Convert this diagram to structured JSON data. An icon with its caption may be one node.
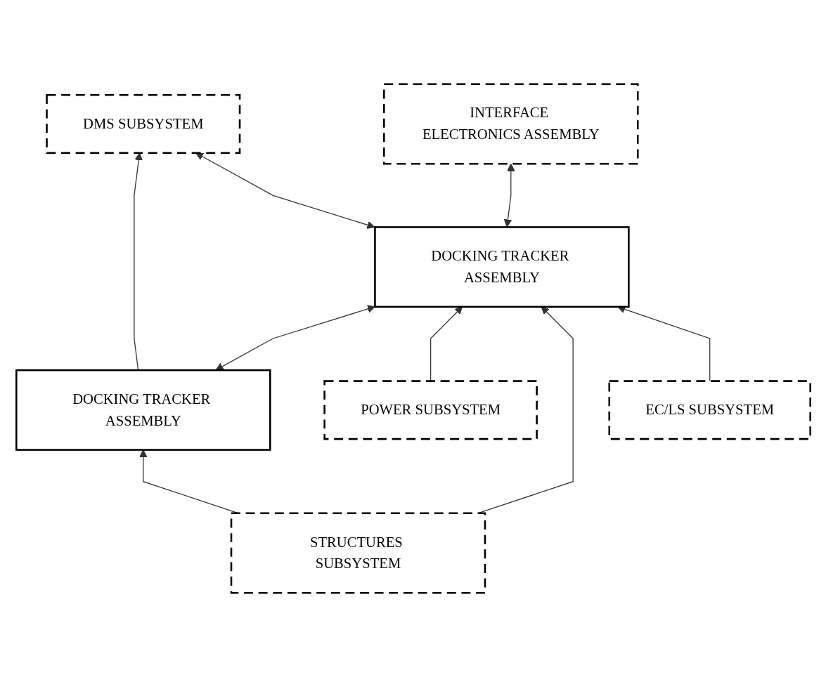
{
  "diagram": {
    "nodes": [
      {
        "text": [
          "DMS SUBSYSTEM"
        ]
      },
      {
        "text": [
          "INTERFACE ELECTRONICS ASSEMBLY"
        ]
      },
      {
        "text": [
          "DOCKING TRACKER ASSEMBLY"
        ]
      },
      {
        "text": [
          "DOCKING TRACKER ASSEMBLY"
        ]
      },
      {
        "text": [
          "POWER SUBSYSTEM"
        ]
      },
      {
        "text": [
          "STRUCTURES SUBSYSTEM"
        ]
      },
      {
        "text": [
          "EC/LS SUBSYSTEM"
        ]
      }
    ],
    "edges": [
      {
        "from": 2,
        "to": 0,
        "arrow": "to"
      },
      {
        "from": 3,
        "to": 0,
        "arrow": "both"
      },
      {
        "from": 3,
        "to": 1,
        "arrow": "both"
      },
      {
        "from": 2,
        "to": 3,
        "arrow": "both"
      },
      {
        "from": 4,
        "to": 3,
        "arrow": "to"
      },
      {
        "from": 5,
        "to": 2,
        "arrow": "to"
      },
      {
        "from": 5,
        "to": 3,
        "arrow": "to"
      },
      {
        "from": 6,
        "to": 3,
        "arrow": "to"
      }
    ]
  }
}
